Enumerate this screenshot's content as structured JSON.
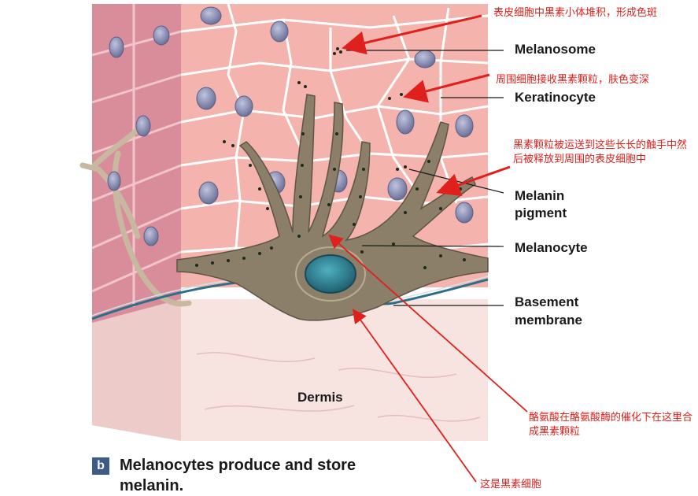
{
  "diagram": {
    "labels": {
      "melanosome": "Melanosome",
      "keratinocyte": "Keratinocyte",
      "melanin_pigment_line1": "Melanin",
      "melanin_pigment_line2": "pigment",
      "melanocyte": "Melanocyte",
      "basement_line1": "Basement",
      "basement_line2": "membrane",
      "dermis": "Dermis"
    },
    "caption": {
      "badge": "b",
      "text": "Melanocytes produce and store melanin."
    },
    "annotations": {
      "note1": "表皮细胞中黑素小体堆积，形成色斑",
      "note2": "周围细胞接收黑素颗粒，肤色变深",
      "note3": "黑素颗粒被运送到这些长长的触手中然后被释放到周围的表皮细胞中",
      "note4": "酪氨酸在酪氨酸酶的催化下在这里合成黑素颗粒",
      "note5": "这是黑素细胞"
    },
    "colors": {
      "epidermis_cell": "#f4b3ad",
      "cell_border": "#ffffff",
      "side_face": "#d98c9a",
      "dermis": "#f7e3e0",
      "melanocyte_body": "#8c7f6a",
      "nucleus": "#2d7e8f",
      "keratinocyte_nucleus": "#8a8fb5",
      "annotation_red": "#e0201c"
    }
  }
}
